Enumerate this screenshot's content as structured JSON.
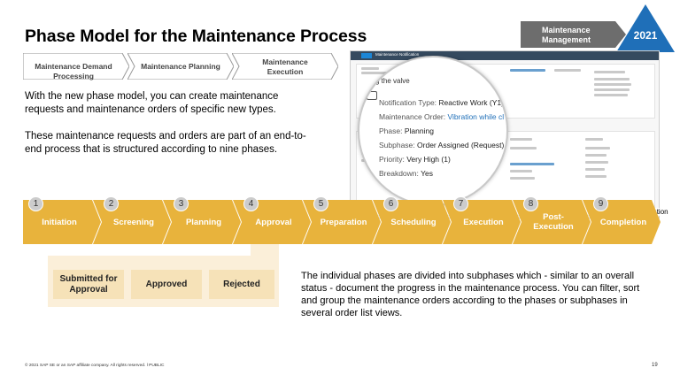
{
  "title": "Phase Model for the Maintenance Process",
  "badge": {
    "label_line1": "Maintenance",
    "label_line2": "Management",
    "year": "2021",
    "color": "#1f6fb8"
  },
  "process_steps": [
    {
      "line1": "Maintenance Demand",
      "line2": "Processing"
    },
    {
      "line1": "Maintenance Planning",
      "line2": ""
    },
    {
      "line1": "Maintenance",
      "line2": "Execution"
    }
  ],
  "paragraph1": "With the new phase model, you can create maintenance requests and maintenance orders of specific new types.",
  "paragraph2": "These maintenance requests and orders are part of an end-to-end process that is structured according to nine phases.",
  "screenshot": {
    "app_title": "Maintenance Notification",
    "caption": "Maintenance Notification",
    "magnifier": {
      "header": "g the valve",
      "rows": [
        {
          "label": "Notification Type:",
          "value": "Reactive Work (Y1)"
        },
        {
          "label": "Maintenance Order:",
          "value": "Vibration while cl"
        },
        {
          "label": "Phase:",
          "value": "Planning"
        },
        {
          "label": "Subphase:",
          "value": "Order Assigned (Request)"
        },
        {
          "label": "Priority:",
          "value": "Very High (1)"
        },
        {
          "label": "Breakdown:",
          "value": "Yes"
        }
      ]
    }
  },
  "phases": [
    {
      "num": "1",
      "label": "Initiation"
    },
    {
      "num": "2",
      "label": "Screening"
    },
    {
      "num": "3",
      "label": "Planning"
    },
    {
      "num": "4",
      "label": "Approval"
    },
    {
      "num": "5",
      "label": "Preparation"
    },
    {
      "num": "6",
      "label": "Scheduling"
    },
    {
      "num": "7",
      "label": "Execution"
    },
    {
      "num": "8",
      "label": "Post-\nExecution"
    },
    {
      "num": "9",
      "label": "Completion"
    }
  ],
  "phase_color": "#e8b33c",
  "subphases": [
    {
      "label": "Submitted for Approval"
    },
    {
      "label": "Approved"
    },
    {
      "label": "Rejected"
    }
  ],
  "paragraph3": "The individual phases are divided into subphases which - similar to an overall status - document the progress in the maintenance process. You can filter, sort and group the maintenance orders according to the phases or subphases in several order list views.",
  "footer": "© 2021 SAP SE or an SAP affiliate company. All rights reserved.  ǀ  PUBLIC",
  "page_number": "19"
}
